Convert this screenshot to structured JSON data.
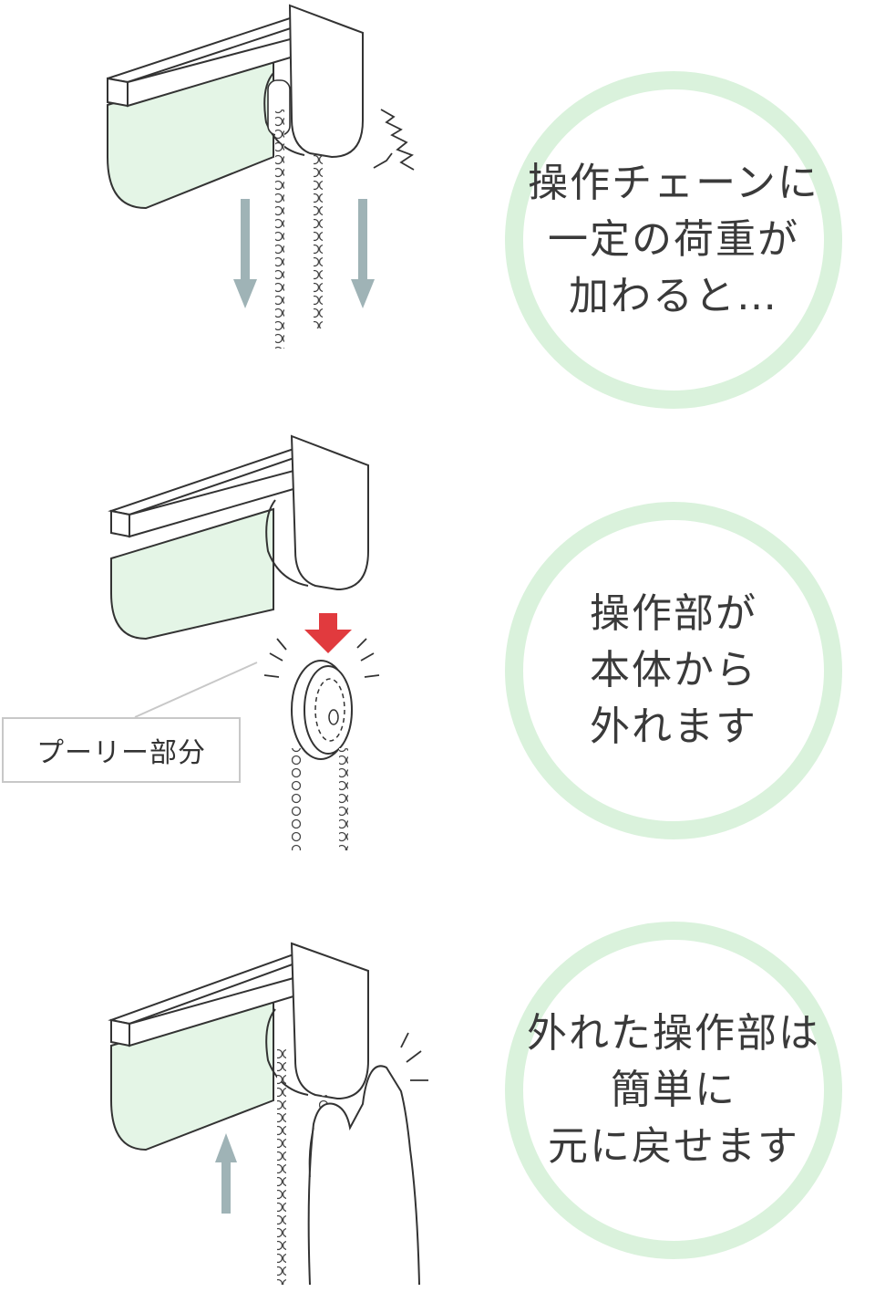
{
  "steps": [
    {
      "lines": [
        "操作チェーンに",
        "一定の荷重が",
        "加わると…"
      ]
    },
    {
      "lines": [
        "操作部が",
        "本体から",
        "外れます"
      ]
    },
    {
      "lines": [
        "外れた操作部は",
        "簡単に",
        "元に戻せます"
      ]
    }
  ],
  "pulley_label": "プーリー部分",
  "colors": {
    "circle_border": "#daf2dc",
    "blind_fabric": "#e4f5e6",
    "arrow_gray": "#9fb3b6",
    "arrow_red": "#e13a3e"
  },
  "icons": [
    "roller-blind-icon",
    "bead-chain-icon",
    "down-arrow-icon",
    "up-arrow-icon",
    "pulley-icon",
    "hand-icon",
    "impact-lines-icon"
  ]
}
